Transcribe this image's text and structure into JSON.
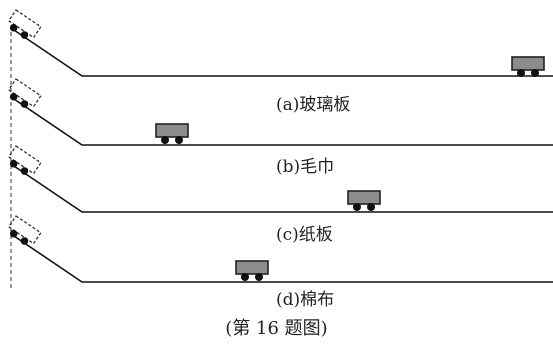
{
  "captions": {
    "a": "(a)玻璃板",
    "b": "(b)毛巾",
    "c": "(c)纸板",
    "d": "(d)棉布"
  },
  "figure_title": "(第 16 题图)",
  "colors": {
    "line": "#111111",
    "cart_body": "#8c8c8c",
    "cart_border": "#222222",
    "wheel": "#111111",
    "ghost_cart_stroke": "#333333"
  },
  "icons": [
    "ramp",
    "surface",
    "cart",
    "ghost-cart",
    "start-line"
  ]
}
